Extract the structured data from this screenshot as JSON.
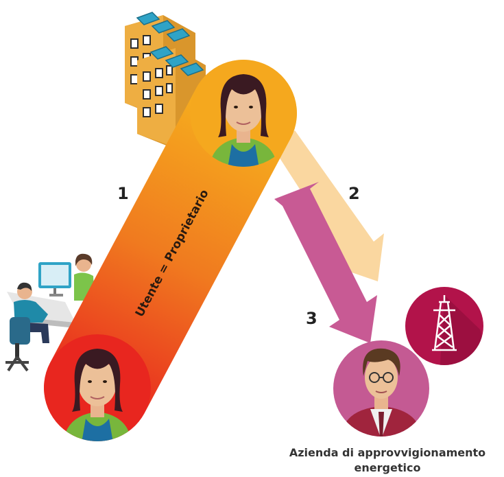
{
  "diagram": {
    "pill_label": "Utente = Proprietario",
    "steps": [
      "1",
      "2",
      "3"
    ],
    "utility_label_line1": "Azienda di approvvigionamento",
    "utility_label_line2": "energetico",
    "colors": {
      "gradient_top": "#f5aa1e",
      "gradient_bottom": "#e8261f",
      "arrow_peach": "#fad7a0",
      "arrow_magenta": "#c85a94",
      "utility_circle": "#c45a93",
      "pylon_circle": "#b2134a",
      "building": "#e9a93a",
      "solar_panel": "#2fa3c6"
    },
    "icons": [
      "apartment-building-icon",
      "person-icon",
      "office-desk-icon",
      "power-pylon-icon"
    ]
  }
}
